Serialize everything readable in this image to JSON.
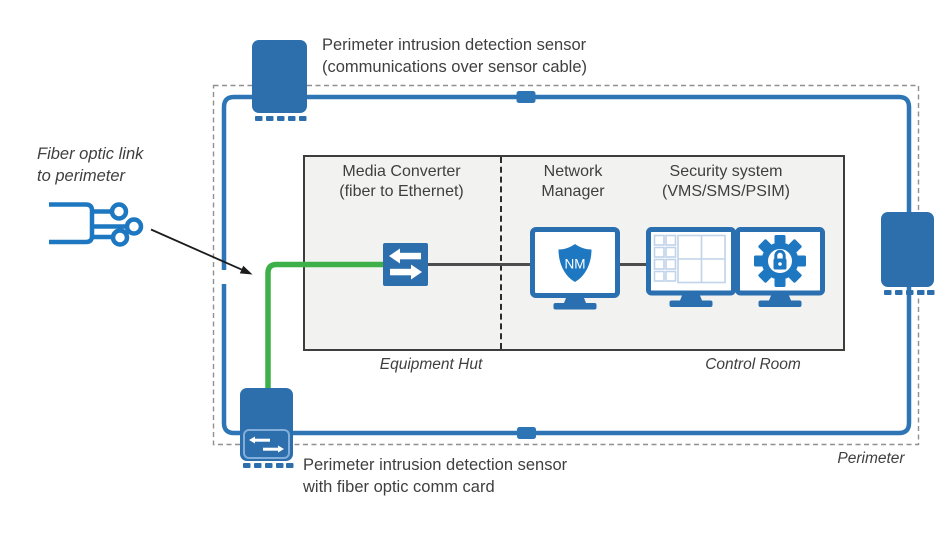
{
  "captions": {
    "top_sensor": {
      "line1": "Perimeter intrusion detection sensor",
      "line2": "(communications over sensor cable)"
    },
    "fiber_link": {
      "line1": "Fiber optic link",
      "line2": "to perimeter"
    },
    "bottom_sensor": {
      "line1": "Perimeter intrusion detection sensor",
      "line2": "with fiber optic comm card"
    }
  },
  "equipment_box": {
    "media_converter": {
      "line1": "Media Converter",
      "line2": "(fiber to Ethernet)"
    },
    "network_manager": {
      "line1": "Network",
      "line2": "Manager"
    },
    "security_system": {
      "line1": "Security system",
      "line2": "(VMS/SMS/PSIM)"
    },
    "equipment_hut": "Equipment Hut",
    "control_room": "Control Room"
  },
  "perimeter_label": "Perimeter",
  "network_manager_badge": "NM",
  "colors": {
    "device_blue": "#2d6fad",
    "bright_blue": "#1e78c1",
    "cable_blue": "#2e75b6",
    "fiber_green": "#3db04a",
    "connection_dark": "#4d4d4d",
    "box_fill": "#f2f2f0",
    "box_border": "#3d3d3d",
    "perimeter_dashed": "#909090",
    "text": "#3f3f3f"
  },
  "icons": {
    "fiber_optic_icon": "fiber cable splitting into three strands with connector rings",
    "sensor_icon": "blue sensor unit with connector pins",
    "comm_card_icon": "card with bidirectional arrows",
    "media_converter_icon": "blue square with left/right arrows",
    "nm_monitor_icon": "monitor with NM shield",
    "vms_monitor_icon": "monitor with video wall grid",
    "gear_lock_monitor_icon": "monitor with gear and padlock",
    "splice_icon": "inline cable splice block",
    "pointer_arrow_icon": "thin black arrow"
  }
}
